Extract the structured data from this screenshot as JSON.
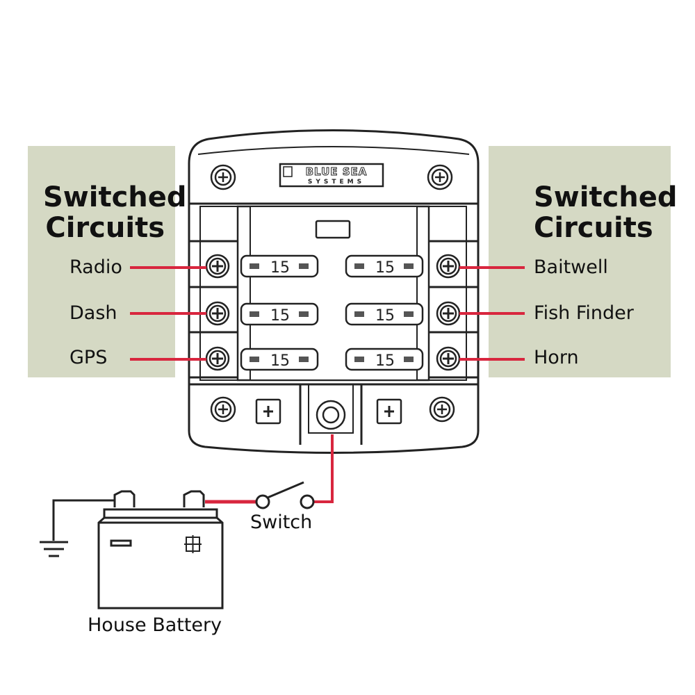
{
  "left_panel": {
    "title_line1": "Switched",
    "title_line2": "Circuits",
    "circuits": [
      "Radio",
      "Dash",
      "GPS"
    ]
  },
  "right_panel": {
    "title_line1": "Switched",
    "title_line2": "Circuits",
    "circuits": [
      "Baitwell",
      "Fish Finder",
      "Horn"
    ]
  },
  "fuse_block": {
    "brand": "BLUE SEA",
    "brand_sub": "SYSTEMS",
    "fuse_rating": "15"
  },
  "switch_label": "Switch",
  "battery_label": "House Battery",
  "colors": {
    "panel": "#d5d9c4",
    "wire": "#d8263e",
    "outline": "#222222"
  }
}
